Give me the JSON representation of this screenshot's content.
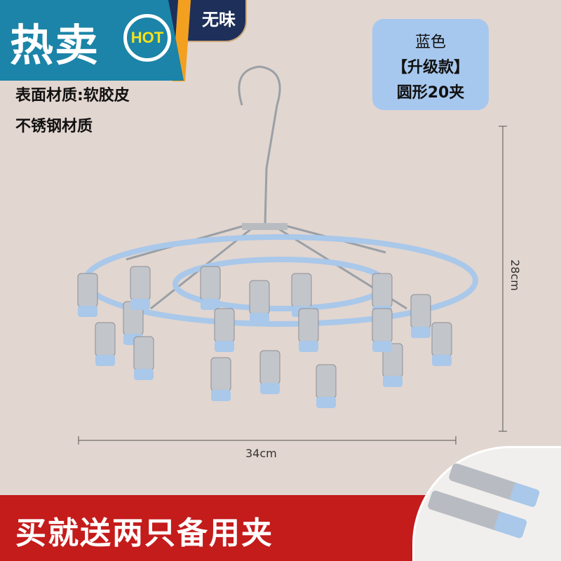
{
  "badge": {
    "hot_label": "热卖",
    "hot_icon_text": "HOT",
    "pill_text": "无味"
  },
  "specs": [
    "表面材质:软胶皮",
    "不锈钢材质"
  ],
  "variant": {
    "color": "蓝色",
    "edition": "【升级款】",
    "model": "圆形20夹"
  },
  "dimensions": {
    "height": "28cm",
    "width": "34cm"
  },
  "banner": {
    "text": "买就送两只备用夹"
  },
  "colors": {
    "hanger": "#a9c8ea",
    "banner": "#c41b1b",
    "badge": "#1b84a8"
  }
}
